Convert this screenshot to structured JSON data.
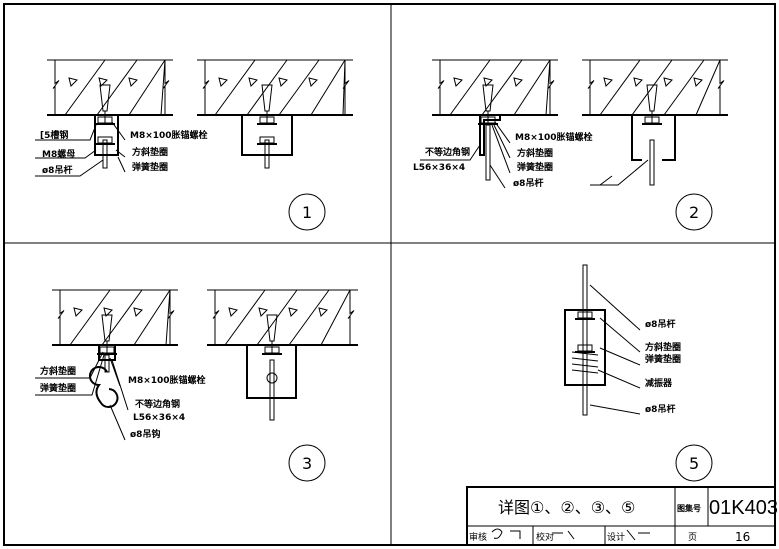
{
  "panels": {
    "p1": {
      "number": "1",
      "channel": "[5槽钢",
      "nut": "M8螺母",
      "rod": "ø8吊杆",
      "bolt": "M8×100胀锚螺栓",
      "washer_square": "方斜垫圈",
      "washer_spring": "弹簧垫圈"
    },
    "p2": {
      "number": "2",
      "angle_name": "不等边角钢",
      "angle_size": "L56×36×4",
      "bolt": "M8×100胀锚螺栓",
      "washer_square": "方斜垫圈",
      "washer_spring": "弹簧垫圈",
      "rod": "ø8吊杆"
    },
    "p3": {
      "number": "3",
      "washer_square": "方斜垫圈",
      "washer_spring": "弹簧垫圈",
      "bolt": "M8×100胀锚螺栓",
      "angle_name": "不等边角钢",
      "angle_size": "L56×36×4",
      "hook": "ø8吊钩"
    },
    "p5": {
      "number": "5",
      "rod_top": "ø8吊杆",
      "washer_square": "方斜垫圈",
      "washer_spring": "弹簧垫圈",
      "damper": "减振器",
      "rod_bottom": "ø8吊杆"
    }
  },
  "title_block": {
    "title": "详图①、②、③、⑤",
    "atlas_label": "图集号",
    "atlas_no": "01K403",
    "review": "审核",
    "check": "校对",
    "design": "设计",
    "page_label": "页",
    "page_no": "16"
  }
}
